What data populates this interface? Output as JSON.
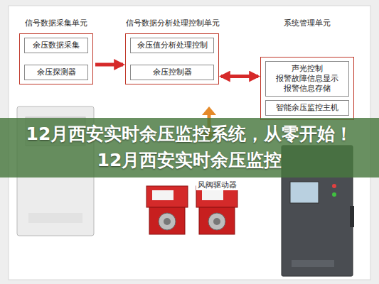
{
  "diagram": {
    "title": "12月西安实时余压监控系统，从零开始！12月西安实时余压监控",
    "nodes": [
      {
        "text": [
          "信号数据采集单元"
        ]
      },
      {
        "text": [
          "余压数据采集"
        ],
        "in": 0
      },
      {
        "text": [
          "余压探测器"
        ],
        "in": 0
      },
      {
        "text": [
          "信号数据分析处理控制单元"
        ]
      },
      {
        "text": [
          "余压值分析处理控制"
        ],
        "in": 3
      },
      {
        "text": [
          "余压控制器"
        ],
        "in": 3
      },
      {
        "text": [
          "系统管理单元"
        ]
      },
      {
        "text": [
          "声光控制",
          "报警故障信息显示",
          "报警信息存储"
        ],
        "in": 6
      },
      {
        "text": [
          "智能余压监控主机"
        ],
        "in": 6
      }
    ],
    "edges": [
      {
        "from": 0,
        "to": 3,
        "arrow": "to"
      },
      {
        "from": 3,
        "to": 6,
        "arrow": "both"
      }
    ],
    "labels": [
      "风阀驱动器"
    ]
  }
}
